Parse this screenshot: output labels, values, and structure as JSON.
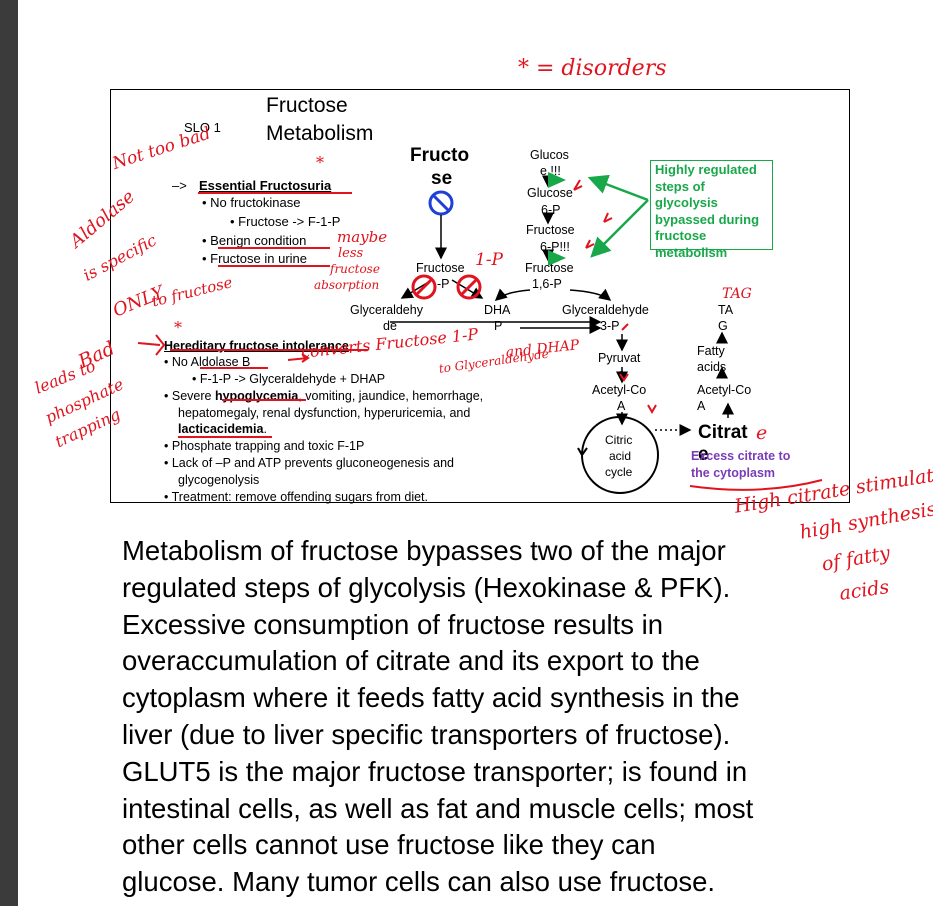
{
  "slide": {
    "slo": "SLO 1",
    "title_line1": "Fructose",
    "title_line2": "Metabolism",
    "fructose_big_1": "Fructo",
    "fructose_big_2": "se",
    "essential": {
      "heading": "Essential Fructosuria",
      "b1": "No fructokinase",
      "b1a": "Fructose -> F-1-P",
      "b2": "Benign condition",
      "b3": "Fructose in urine"
    },
    "hfi": {
      "heading": "Hereditary fructose intolerance",
      "b1": "No Aldolase B",
      "b1a": "F-1-P -> Glyceraldehyde + DHAP",
      "b2_pre": "Severe ",
      "b2_bold": "hypoglycemia",
      "b2_post": ", vomiting, jaundice, hemorrhage,",
      "b2_line2": "hepatomegaly, renal dysfunction, hyperuricemia, and",
      "b2_line3": "lacticacidemia",
      "b2_line3_end": ".",
      "b3": "Phosphate trapping and toxic F-1P",
      "b4_line1": "Lack of –P  and ATP prevents gluconeogenesis and",
      "b4_line2": "glycogenolysis",
      "b5": "Treatment: remove offending sugars from diet."
    },
    "pathway": {
      "glucose_1": "Glucos",
      "glucose_2": "e !!!",
      "g6p_1": "Glucose",
      "g6p_2": "6-P",
      "f6p_1": "Fructose",
      "f6p_2": "6-P!!!",
      "f16_1": "Fructose",
      "f16_2": "1,6-P",
      "f1p_1": "Fructose",
      "f1p_2": "-P",
      "glyceraldehyde_1": "Glyceraldehy",
      "glyceraldehyde_2": "de",
      "dhap_1": "DHA",
      "dhap_2": "P",
      "g3p_1": "Glyceraldehyde",
      "g3p_2": "3-P",
      "pyruvate_1": "Pyruvat",
      "pyruvate_2": "e",
      "acetylcoa_1": "Acetyl-Co",
      "acetylcoa_2": "A",
      "citric_1": "Citric",
      "citric_2": "acid",
      "citric_3": "cycle",
      "tag_1": "TA",
      "tag_2": "G",
      "fatty_1": "Fatty",
      "fatty_2": "acids",
      "acetylcoa2_1": "Acetyl-Co",
      "acetylcoa2_2": "A",
      "citrate_1": "Citrat",
      "citrate_2": "e",
      "excess_1": "Excess citrate to",
      "excess_2": "the cytoplasm"
    },
    "green_box": "Highly regulated steps of glycolysis bypassed during fructose metabolism"
  },
  "annotations": {
    "disorders": "* = disorders",
    "not_too_bad": "Not too bad",
    "maybe": "maybe",
    "less_absorption_1": "less",
    "less_absorption_2": "fructose",
    "less_absorption_3": "absorption",
    "one_p": "1-P",
    "aldolase_1": "Aldolase",
    "aldolase_2": "is specific",
    "aldolase_3": "ONLY",
    "aldolase_4": "to fructose",
    "bad": "Bad",
    "leads_1": "leads to",
    "leads_2": "phosphate",
    "leads_3": "trapping",
    "converts": "converts Fructose 1-P",
    "converts_2": "to Glyceraldehyde",
    "and_dhap": "and DHAP",
    "tag": "TAG",
    "citrate_e": "e",
    "high_1": "High citrate stimulates",
    "high_2": "high synthesis",
    "high_3": "of fatty",
    "high_4": "acids"
  },
  "paragraph": [
    "Metabolism of fructose bypasses two of the major",
    "regulated steps of glycolysis (Hexokinase & PFK).",
    "Excessive consumption of fructose results in",
    "overaccumulation of citrate and its export to the",
    "cytoplasm where it feeds fatty acid synthesis in the",
    "liver (due to liver specific transporters of fructose).",
    "GLUT5 is the major fructose transporter; is found in",
    "intestinal cells, as well as fat and muscle cells; most",
    "other cells cannot use fructose like they can",
    "glucose. Many tumor cells can also use fructose."
  ],
  "colors": {
    "ink_red": "#e0141e",
    "blue_text": "#1f3fd6",
    "green": "#18a84a",
    "purple": "#7a3cb8",
    "sidebar": "#3b3b3b"
  }
}
